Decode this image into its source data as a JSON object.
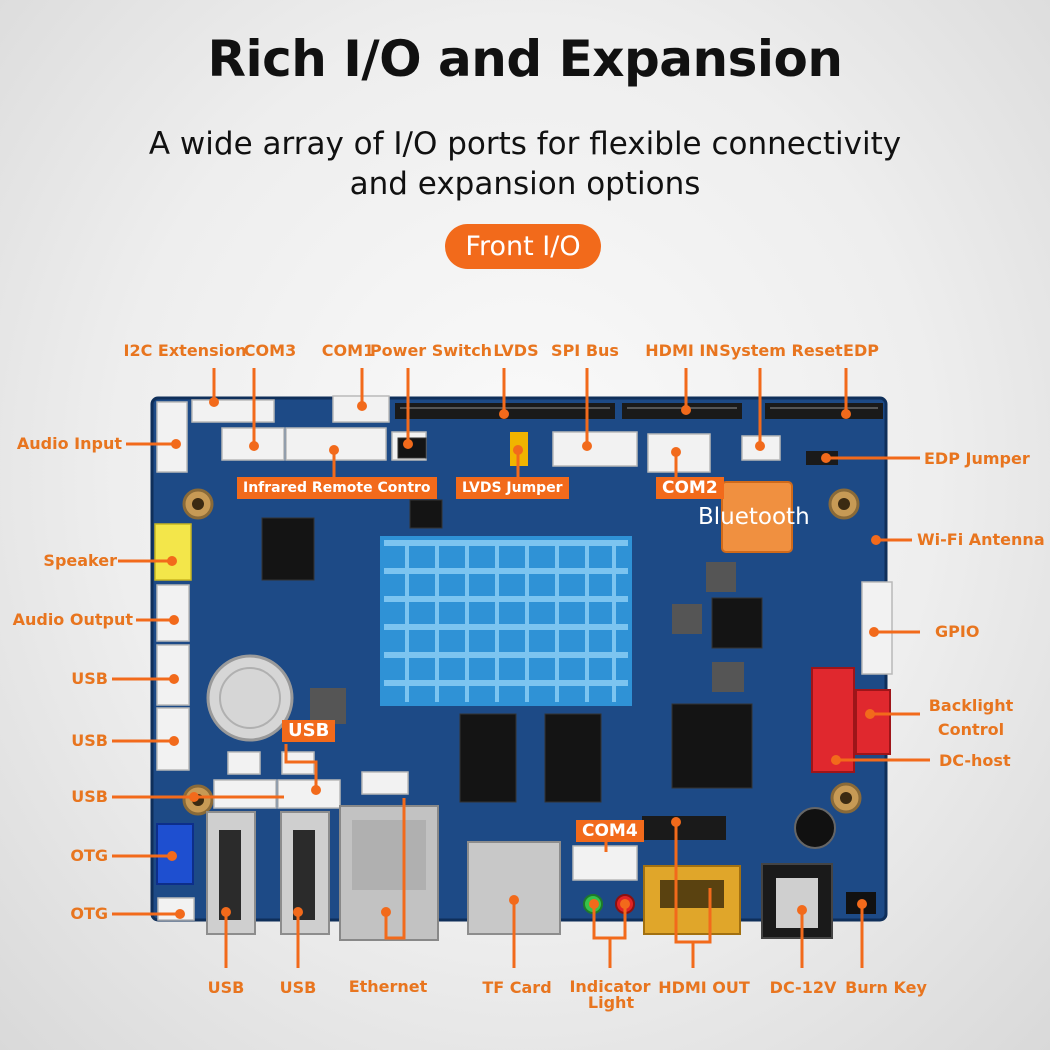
{
  "title": "Rich I/O and Expansion",
  "subtitle": "A wide array of I/O ports for flexible connectivity and expansion options",
  "section_badge": "Front I/O",
  "colors": {
    "accent": "#f26a1b",
    "pcb": "#1d4a86",
    "heatsink": "#2f92d6"
  },
  "labels": {
    "top": {
      "i2c_extension": "I2C Extension",
      "com3": "COM3",
      "com1": "COM1",
      "power_switch": "Power Switch",
      "lvds": "LVDS",
      "spi_bus": "SPI Bus",
      "hdmi_in": "HDMI IN",
      "system_reset": "System Reset",
      "edp": "EDP"
    },
    "left": {
      "audio_input": "Audio Input",
      "speaker": "Speaker",
      "audio_output": "Audio Output",
      "usb_1": "USB",
      "usb_2": "USB",
      "usb_3": "USB",
      "otg_1": "OTG",
      "otg_2": "OTG"
    },
    "right": {
      "edp_jumper": "EDP Jumper",
      "wifi_antenna": "Wi-Fi Antenna",
      "gpio": "GPIO",
      "backlight_control_1": "Backlight",
      "backlight_control_2": "Control",
      "dc_host": "DC-host"
    },
    "bottom": {
      "usb_a": "USB",
      "usb_b": "USB",
      "ethernet": "Ethernet",
      "tf_card": "TF Card",
      "indicator_light_1": "Indicator",
      "indicator_light_2": "Light",
      "hdmi_out": "HDMI OUT",
      "dc_12v": "DC-12V",
      "burn_key": "Burn Key"
    },
    "on_board": {
      "infrared_remote_control": "Infrared Remote Contro",
      "lvds_jumper": "LVDS Jumper",
      "com2": "COM2",
      "bluetooth": "Bluetooth",
      "usb": "USB",
      "com4": "COM4"
    }
  }
}
